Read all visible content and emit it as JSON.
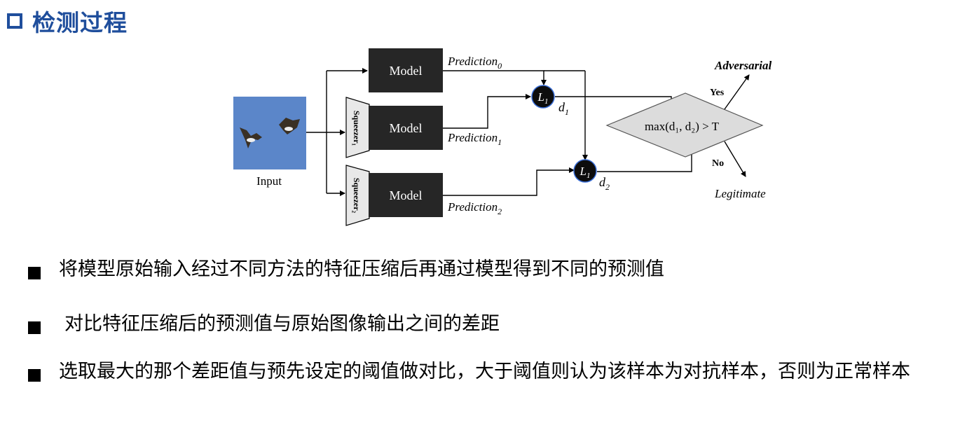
{
  "title": "检测过程",
  "diagram": {
    "input_label": "Input",
    "model_label": "Model",
    "squeezer_labels": [
      "Squeezer₁",
      "Squeezer₂"
    ],
    "prediction_labels": [
      "Prediction",
      "Prediction",
      "Prediction"
    ],
    "prediction_subscripts": [
      "0",
      "1",
      "2"
    ],
    "l1_label": "L",
    "l1_subscript": "1",
    "d_labels": [
      "d",
      "d"
    ],
    "d_subscripts": [
      "1",
      "2"
    ],
    "decision_text": "max(d₁, d₂) > T",
    "yes_label": "Yes",
    "no_label": "No",
    "adversarial_label": "Adversarial",
    "legitimate_label": "Legitimate",
    "colors": {
      "model_box": "#262626",
      "diamond_fill": "#dcdcdc",
      "input_sky": "#5b86c9"
    }
  },
  "bullets": [
    "将模型原始输入经过不同方法的特征压缩后再通过模型得到不同的预测值",
    "对比特征压缩后的预测值与原始图像输出之间的差距",
    "选取最大的那个差距值与预先设定的阈值做对比，大于阈值则认为该样本为对抗样本，否则为正常样本"
  ]
}
